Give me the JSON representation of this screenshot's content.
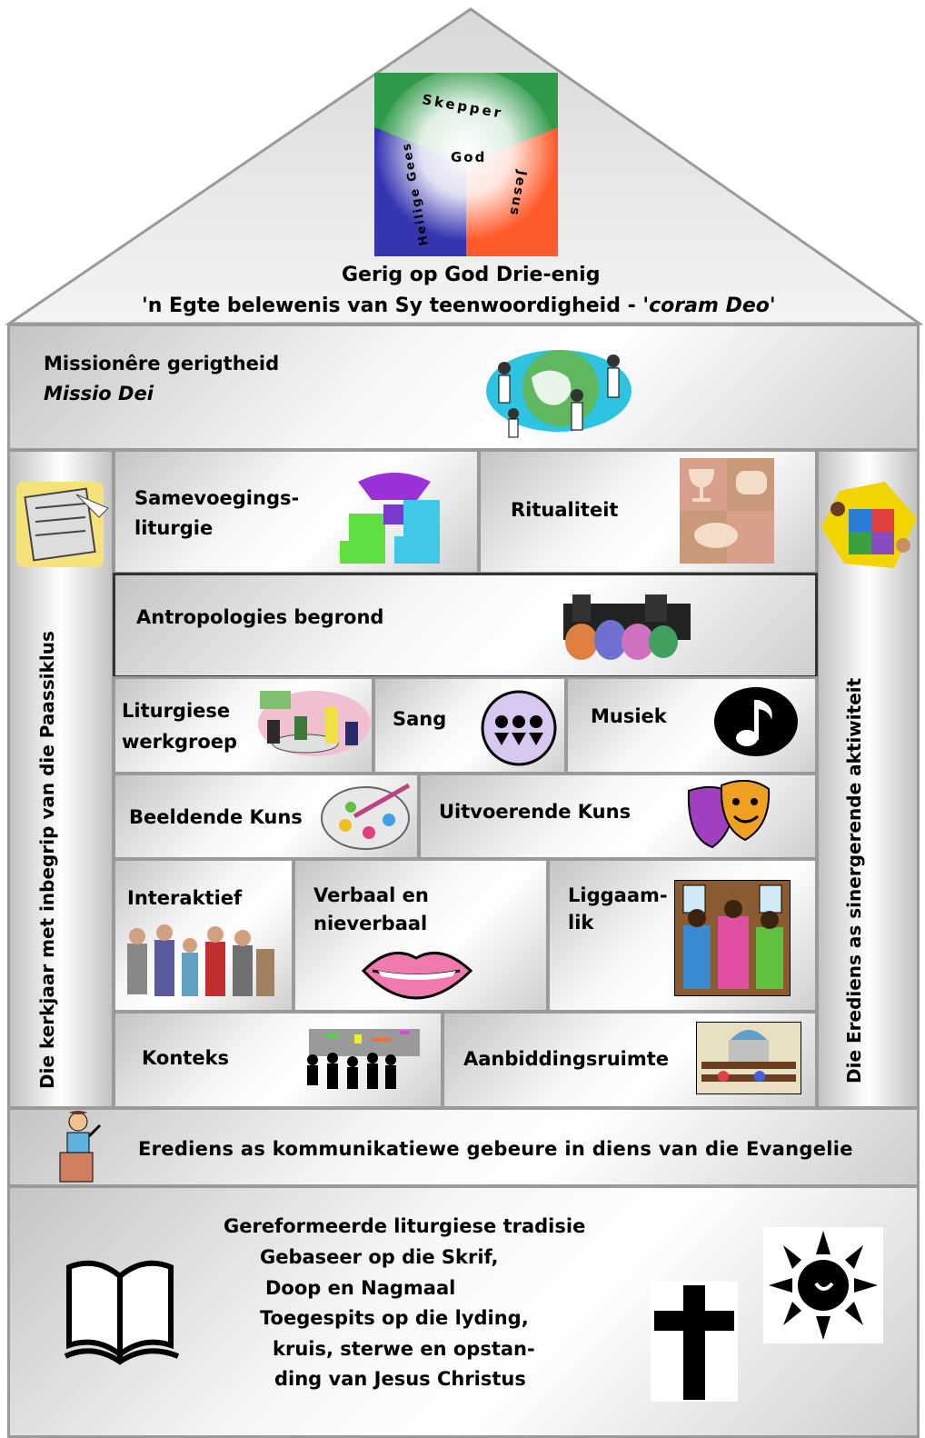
{
  "roof": {
    "trinity": {
      "top": "Skepper",
      "center": "God",
      "left": "Heilige Gees",
      "right": "Jesus"
    },
    "line1": "Gerig op God Drie-enig",
    "line2_prefix": "'n Egte belewenis van Sy teenwoordigheid - ",
    "line2_italic": "'coram Deo'"
  },
  "mission": {
    "line1": "Missionêre gerigtheid",
    "line2": "Missio Dei"
  },
  "left_pillar": "Die kerkjaar met inbegrip van die Paassiklus",
  "right_pillar": "Die Erediens as sinergerende aktiwiteit",
  "cells": {
    "samevoeging_1": "Samevoegings-",
    "samevoeging_2": "liturgie",
    "ritualiteit": "Ritualiteit",
    "antropologies": "Antropologies begrond",
    "werkgroep_1": "Liturgiese",
    "werkgroep_2": "werkgroep",
    "sang": "Sang",
    "musiek": "Musiek",
    "beeldende": "Beeldende Kuns",
    "uitvoerende": "Uitvoerende Kuns",
    "interaktief": "Interaktief",
    "verbaal_1": "Verbaal en",
    "verbaal_2": "nieverbaal",
    "liggaam_1": "Liggaam-",
    "liggaam_2": "lik",
    "konteks": "Konteks",
    "aanbidding": "Aanbiddingsruimte"
  },
  "band": "Erediens as kommunikatiewe gebeure in diens van die Evangelie",
  "foundation": [
    "Gereformeerde liturgiese tradisie",
    "Gebaseer op die Skrif,",
    "Doop en Nagmaal",
    "Toegespits op die lyding,",
    "kruis, sterwe en opstan-",
    "ding van Jesus Christus"
  ],
  "colors": {
    "green": "#2e9a4a",
    "red": "#ff5a2a",
    "blue": "#2a2aa0",
    "border": "#9a9a9a"
  }
}
